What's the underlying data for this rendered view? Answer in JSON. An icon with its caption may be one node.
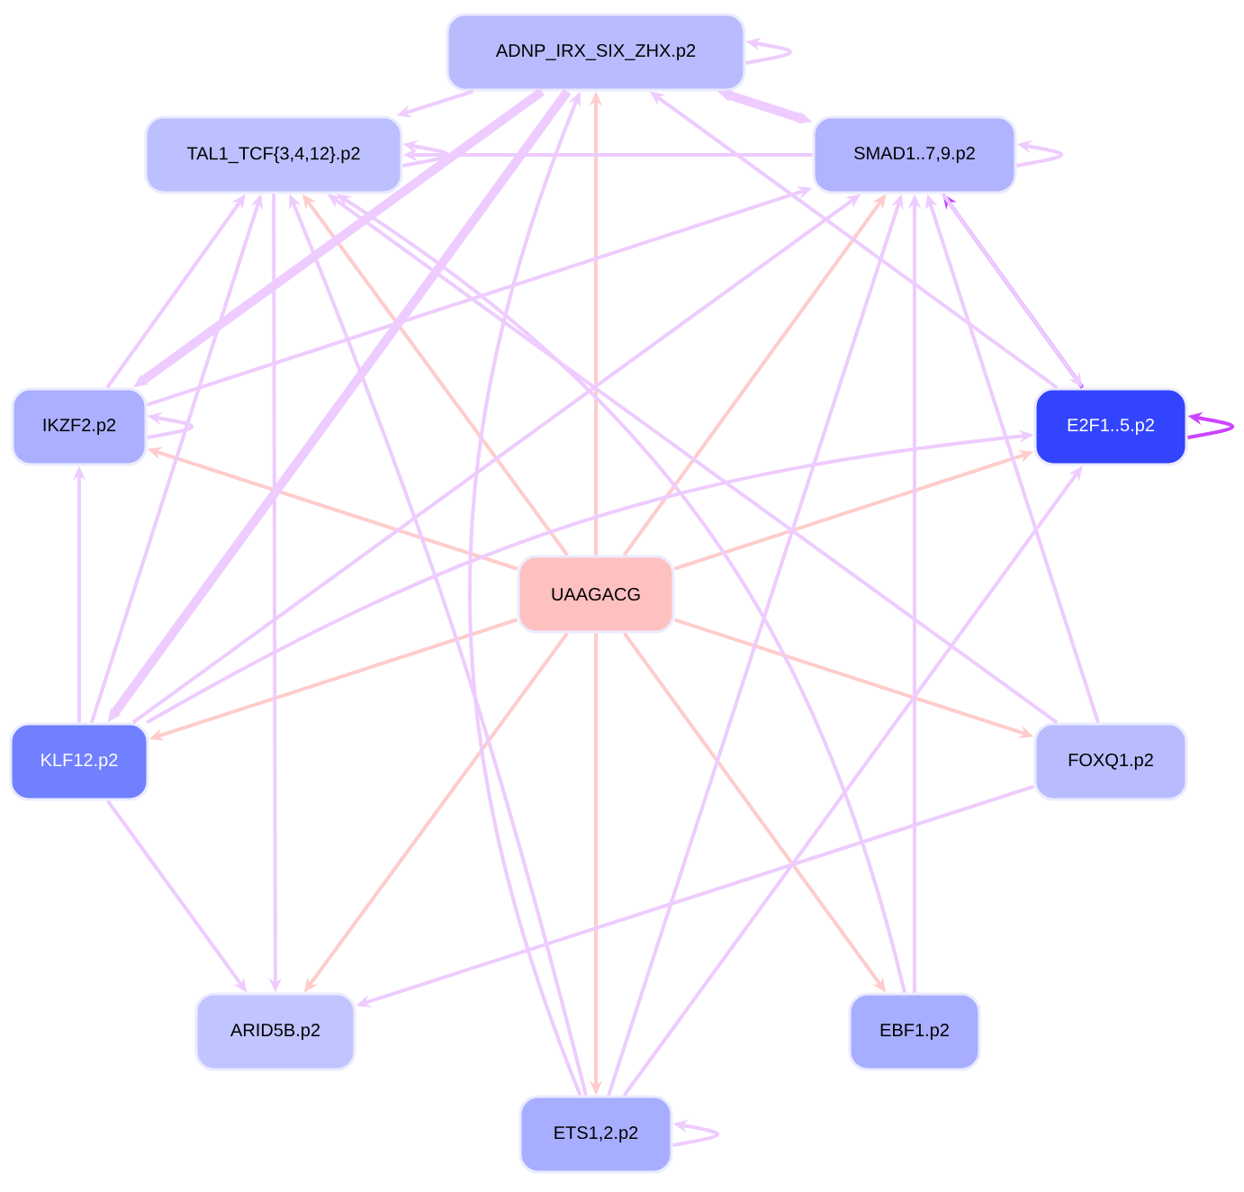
{
  "diagram": {
    "nodes": [
      {
        "text": [
          "ADNP_IRX_SIX_ZHX.p2"
        ]
      },
      {
        "text": [
          "TAL1_TCF{3,4,12}.p2"
        ]
      },
      {
        "text": [
          "SMAD1..7,9.p2"
        ]
      },
      {
        "text": [
          "IKZF2.p2"
        ]
      },
      {
        "text": [
          "E2F1..5.p2"
        ]
      },
      {
        "text": [
          "UAAGACG"
        ]
      },
      {
        "text": [
          "KLF12.p2"
        ]
      },
      {
        "text": [
          "FOXQ1.p2"
        ]
      },
      {
        "text": [
          "ARID5B.p2"
        ]
      },
      {
        "text": [
          "EBF1.p2"
        ]
      },
      {
        "text": [
          "ETS1,2.p2"
        ]
      }
    ],
    "edges": [
      {
        "from": 5,
        "to": 0,
        "arrow": "to",
        "color": "#ffcccc"
      },
      {
        "from": 5,
        "to": 1,
        "arrow": "to",
        "color": "#ffcccc"
      },
      {
        "from": 5,
        "to": 2,
        "arrow": "to",
        "color": "#ffcccc"
      },
      {
        "from": 5,
        "to": 3,
        "arrow": "to",
        "color": "#ffcccc"
      },
      {
        "from": 5,
        "to": 4,
        "arrow": "to",
        "color": "#ffcccc"
      },
      {
        "from": 5,
        "to": 6,
        "arrow": "to",
        "color": "#ffcccc"
      },
      {
        "from": 5,
        "to": 7,
        "arrow": "to",
        "color": "#ffcccc"
      },
      {
        "from": 5,
        "to": 8,
        "arrow": "to",
        "color": "#ffcccc"
      },
      {
        "from": 5,
        "to": 9,
        "arrow": "to",
        "color": "#ffcccc"
      },
      {
        "from": 5,
        "to": 10,
        "arrow": "to",
        "color": "#ffcccc"
      },
      {
        "from": 0,
        "to": 0,
        "arrow": "to"
      },
      {
        "from": 1,
        "to": 1,
        "arrow": "to"
      },
      {
        "from": 2,
        "to": 2,
        "arrow": "to"
      },
      {
        "from": 3,
        "to": 3,
        "arrow": "to"
      },
      {
        "from": 4,
        "to": 4,
        "arrow": "to",
        "color": "#cc44ff"
      },
      {
        "from": 10,
        "to": 10,
        "arrow": "to"
      },
      {
        "from": 4,
        "to": 2,
        "arrow": "to",
        "color": "#bb44ff"
      },
      {
        "from": 2,
        "to": 4,
        "arrow": "to"
      },
      {
        "from": 4,
        "to": 0,
        "arrow": "to"
      },
      {
        "from": 0,
        "to": 2,
        "arrow": "both",
        "style": "thick"
      },
      {
        "from": 2,
        "to": 1,
        "arrow": "to"
      },
      {
        "from": 0,
        "to": 1,
        "arrow": "to"
      },
      {
        "from": 3,
        "to": 1,
        "arrow": "to"
      },
      {
        "from": 6,
        "to": 1,
        "arrow": "to"
      },
      {
        "from": 1,
        "to": 8,
        "arrow": "to"
      },
      {
        "from": 10,
        "to": 1,
        "arrow": "to"
      },
      {
        "from": 7,
        "to": 1,
        "arrow": "to"
      },
      {
        "from": 9,
        "to": 1,
        "arrow": "to"
      },
      {
        "from": 6,
        "to": 3,
        "arrow": "to"
      },
      {
        "from": 0,
        "to": 6,
        "arrow": "to",
        "style": "thick"
      },
      {
        "from": 0,
        "to": 3,
        "arrow": "to",
        "style": "thick"
      },
      {
        "from": 3,
        "to": 2,
        "arrow": "to"
      },
      {
        "from": 6,
        "to": 2,
        "arrow": "to"
      },
      {
        "from": 6,
        "to": 4,
        "arrow": "to"
      },
      {
        "from": 6,
        "to": 8,
        "arrow": "to"
      },
      {
        "from": 10,
        "to": 0,
        "arrow": "to"
      },
      {
        "from": 10,
        "to": 2,
        "arrow": "to"
      },
      {
        "from": 10,
        "to": 4,
        "arrow": "to"
      },
      {
        "from": 9,
        "to": 2,
        "arrow": "to"
      },
      {
        "from": 7,
        "to": 2,
        "arrow": "to"
      },
      {
        "from": 7,
        "to": 8,
        "arrow": "to"
      }
    ]
  }
}
